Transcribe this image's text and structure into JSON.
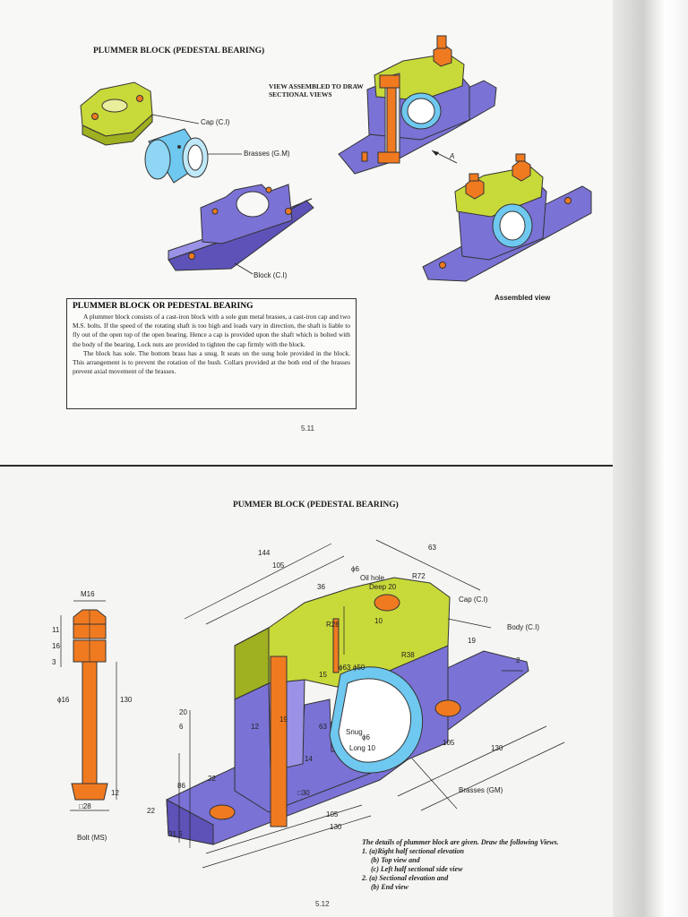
{
  "page1": {
    "title": "PLUMMER BLOCK (PEDESTAL BEARING)",
    "labels": {
      "cap": "Cap (C.I)",
      "brasses": "Brasses (G.M)",
      "block": "Block (C.I)",
      "assembled_sectional": "VIEW ASSEMBLED TO DRAW SECTIONAL VIEWS",
      "arrow_a": "A",
      "assembled_view": "Assembled view"
    },
    "description": {
      "heading": "PLUMMER BLOCK OR PEDESTAL BEARING",
      "para1": "A plummer block consists of a cast-iron block with a sole gun metal brasses, a cast-iron cap and two M.S. bolts. If the speed of the rotating shaft is too high and loads vary in direction, the shaft is liable to fly out of the open top of the open bearing. Hence a cap is provided upon the shaft which is bolted with the body of the bearing. Lock nuts are provided to tighten the cap firmly with the block.",
      "para2": "The block has sole. The bottom brass has a snug. It seats on the sung hole provided in the block. This arrangement is to prevent the rotation of the bush. Collars provided at the both end of the brasses prevent axial movement of the brasses."
    },
    "page_number": "5.11"
  },
  "page2": {
    "title": "PUMMER BLOCK (PEDESTAL BEARING)",
    "bolt": {
      "m16": "M16",
      "d11": "11",
      "d16": "16",
      "d3": "3",
      "phi16": "ϕ16",
      "d130": "130",
      "d12": "12",
      "sq28": "□28",
      "label": "Bolt (MS)"
    },
    "dims": {
      "d144": "144",
      "d105": "105",
      "d63": "63",
      "d36": "36",
      "phi6": "ϕ6",
      "oil_hole": "Oil hole",
      "deep20": "Deep 20",
      "r72": "R72",
      "r28": "R28",
      "d10": "10",
      "r38": "R38",
      "phi63": "ϕ63",
      "phi50": "ϕ50",
      "d15": "15",
      "d20": "20",
      "d6": "6",
      "d12b": "12",
      "d19": "19",
      "d14": "14",
      "d63b": "63",
      "snug": "Snug",
      "phi6b": "ϕ6",
      "long10": "Long 10",
      "d86": "86",
      "d22": "22",
      "d22b": "22",
      "sq30": "□30",
      "d315": "31.5",
      "d105b": "105",
      "d130b": "130",
      "d105c": "105",
      "d130c": "130",
      "d19b": "19",
      "d2": "2"
    },
    "labels": {
      "cap": "Cap (C.I)",
      "body": "Body (C.I)",
      "brasses": "Brasses (GM)"
    },
    "tasks": [
      "The details of plummer block are given. Draw the following Views.",
      "1. (a)Right half sectional elevation",
      "    (b) Top view and",
      "    (c) Left half sectional side view",
      "2. (a) Sectional elevation and",
      "    (b) End view"
    ],
    "page_number": "5.12"
  },
  "colors": {
    "cap": "#c8d93a",
    "body": "#7b72d6",
    "brass": "#6ec8ef",
    "bolt": "#f07a20",
    "line": "#222222"
  }
}
